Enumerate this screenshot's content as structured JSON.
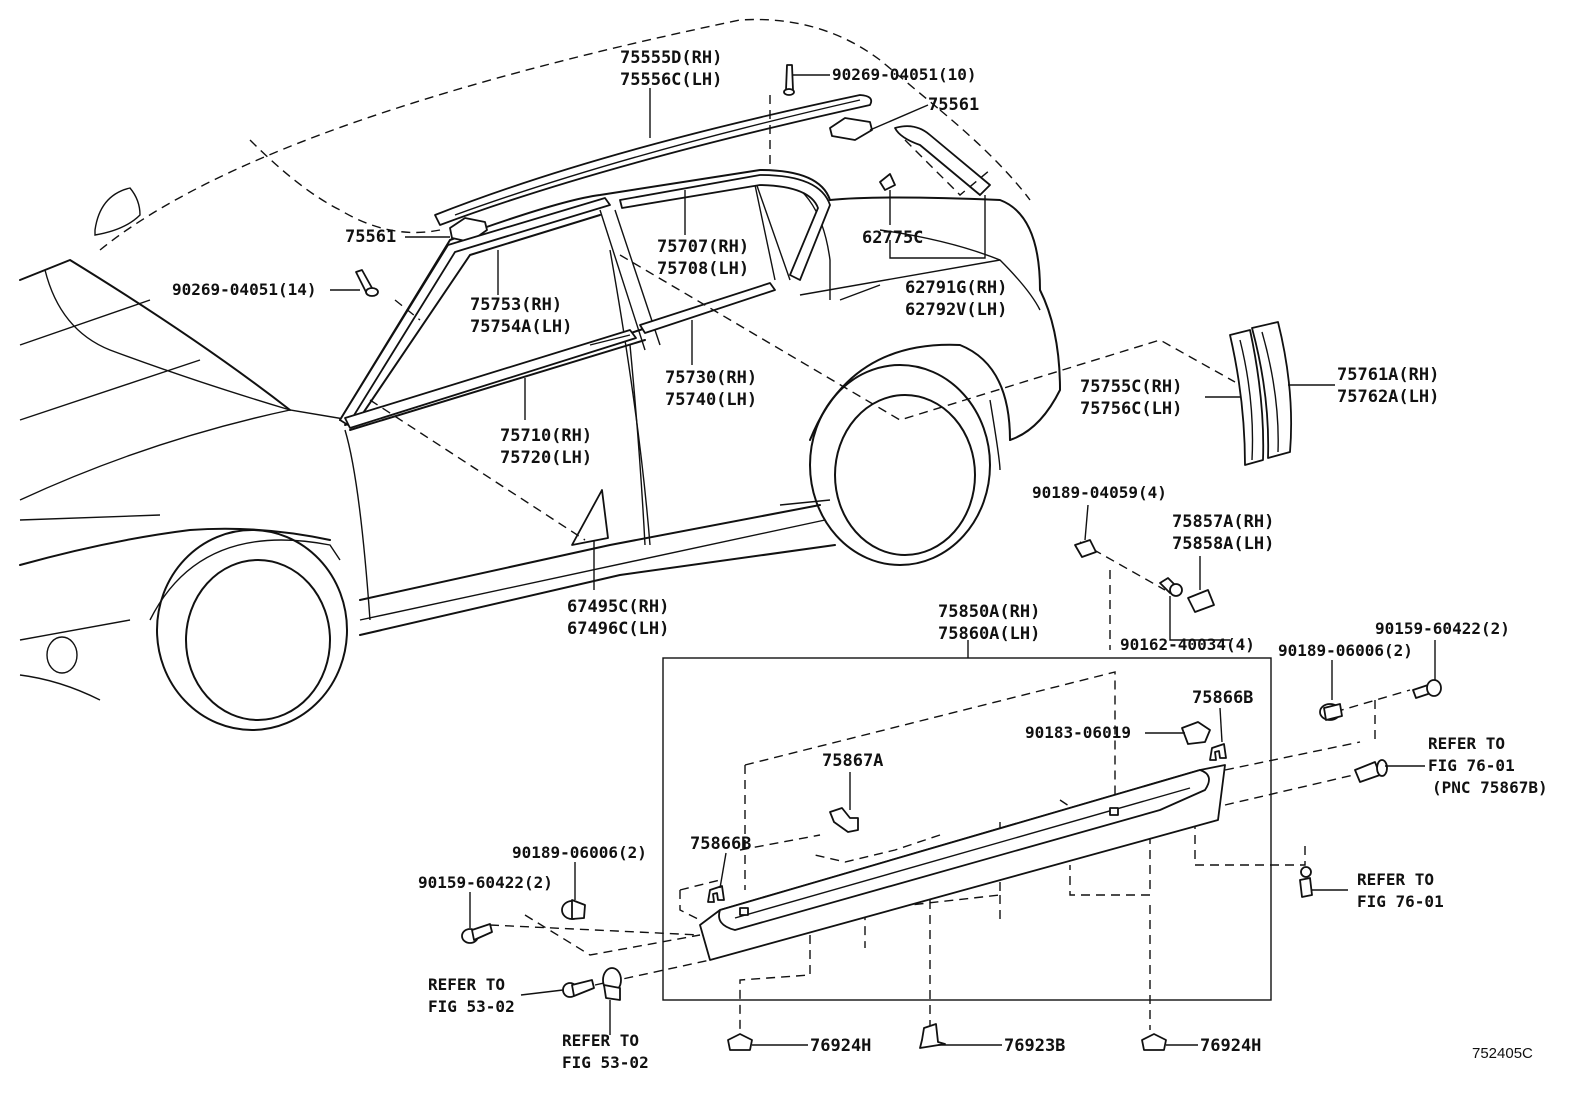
{
  "labels": {
    "l75555": [
      "75555D(RH)",
      "75556C(LH)"
    ],
    "l90269top": [
      "90269-04051(10)"
    ],
    "l75561r": [
      "75561"
    ],
    "l75561l": [
      "75561"
    ],
    "l90269left": [
      "90269-04051(14)"
    ],
    "l75707": [
      "75707(RH)",
      "75708(LH)"
    ],
    "l62775": [
      "62775C"
    ],
    "l62791": [
      "62791G(RH)",
      "62792V(LH)"
    ],
    "l75753": [
      "75753(RH)",
      "75754A(LH)"
    ],
    "l75730": [
      "75730(RH)",
      "75740(LH)"
    ],
    "l75710": [
      "75710(RH)",
      "75720(LH)"
    ],
    "l75755": [
      "75755C(RH)",
      "75756C(LH)"
    ],
    "l75761": [
      "75761A(RH)",
      "75762A(LH)"
    ],
    "l67495": [
      "67495C(RH)",
      "67496C(LH)"
    ],
    "l90189a": [
      "90189-04059(4)"
    ],
    "l75857": [
      "75857A(RH)",
      "75858A(LH)"
    ],
    "l75850": [
      "75850A(RH)",
      "75860A(LH)"
    ],
    "l90162": [
      "90162-40034(4)"
    ],
    "l90159r": [
      "90159-60422(2)"
    ],
    "l90189r": [
      "90189-06006(2)"
    ],
    "l75866r": [
      "75866B"
    ],
    "l90183": [
      "90183-06019"
    ],
    "l75867": [
      "75867A"
    ],
    "lref76a": [
      "REFER TO",
      "FIG 76-01",
      "(PNC 75867B)"
    ],
    "l75866l": [
      "75866B"
    ],
    "l90189l": [
      "90189-06006(2)"
    ],
    "l90159l": [
      "90159-60422(2)"
    ],
    "lref76b": [
      "REFER TO",
      "FIG 76-01"
    ],
    "lref53a": [
      "REFER TO",
      "FIG 53-02"
    ],
    "lref53b": [
      "REFER TO",
      "FIG 53-02"
    ],
    "l76924l": [
      "76924H"
    ],
    "l76923": [
      "76923B"
    ],
    "l76924r": [
      "76924H"
    ]
  },
  "diagram_code": "752405C"
}
